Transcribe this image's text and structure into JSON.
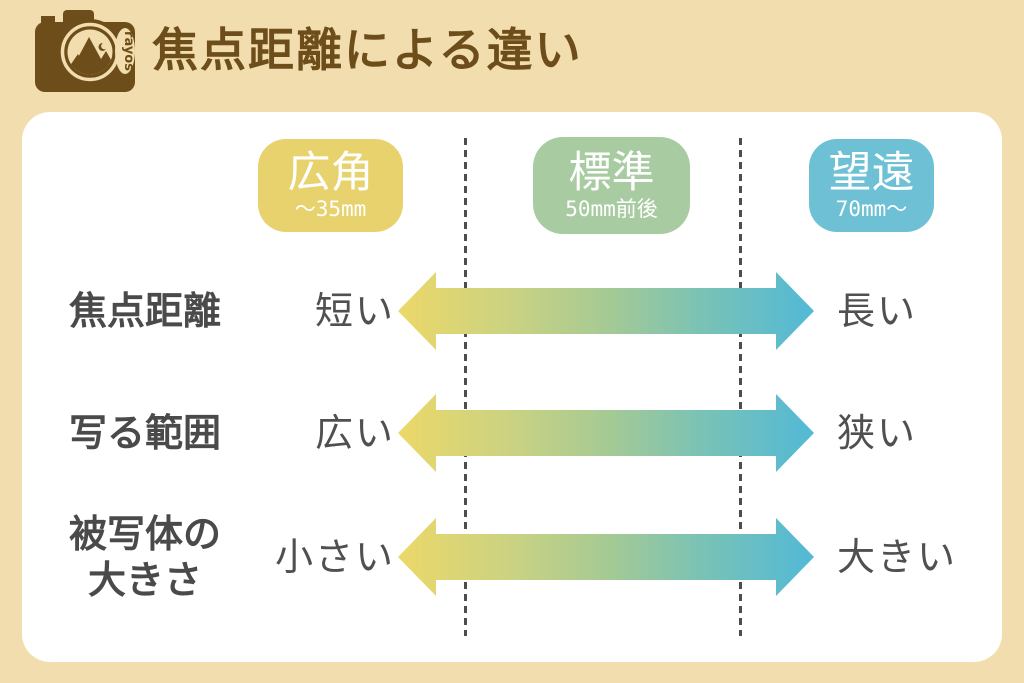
{
  "header": {
    "title": "焦点距離による違い",
    "logo_text": "rayos"
  },
  "colors": {
    "background": "#f2ddae",
    "title_brown": "#6d4e1b",
    "panel": "#ffffff",
    "wide_badge": "#e7d26d",
    "standard_badge": "#a9cba1",
    "tele_badge": "#6ec1d4",
    "arrow_gradient": [
      "#ecd869",
      "#a6ca93",
      "#52b9d6"
    ],
    "dashed_line": "#4d4d4d",
    "text_gray": "#4a4a4a"
  },
  "columns": [
    {
      "name": "広角",
      "range": "〜35mm"
    },
    {
      "name": "標準",
      "range": "50mm前後"
    },
    {
      "name": "望遠",
      "range": "70mm〜"
    }
  ],
  "rows": [
    {
      "label_lines": [
        "焦点距離"
      ],
      "left": "短い",
      "right": "長い"
    },
    {
      "label_lines": [
        "写る範囲"
      ],
      "left": "広い",
      "right": "狭い"
    },
    {
      "label_lines": [
        "被写体の",
        "大きさ"
      ],
      "left": "小さい",
      "right": "大きい"
    }
  ]
}
